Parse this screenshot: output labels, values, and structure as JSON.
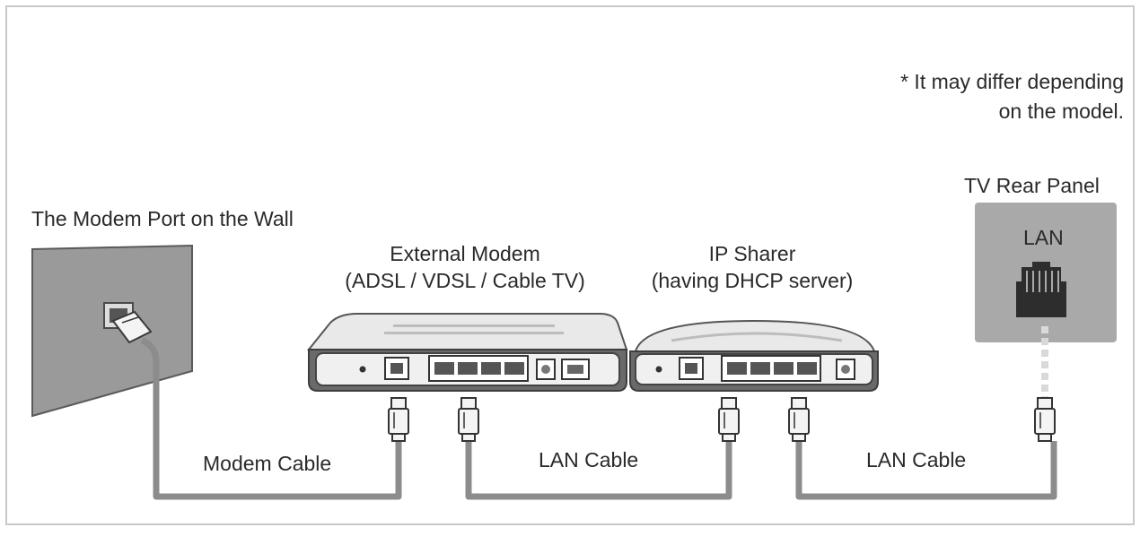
{
  "note": {
    "line1": "* It may differ depending",
    "line2": "on the model."
  },
  "tv_panel": {
    "title": "TV Rear Panel",
    "port_label": "LAN"
  },
  "wall": {
    "title": "The Modem Port on the Wall"
  },
  "modem": {
    "line1": "External Modem",
    "line2": "(ADSL / VDSL / Cable TV)"
  },
  "sharer": {
    "line1": "IP Sharer",
    "line2": "(having DHCP server)"
  },
  "cables": {
    "modem_cable": "Modem Cable",
    "lan_cable_1": "LAN Cable",
    "lan_cable_2": "LAN Cable"
  },
  "colors": {
    "cable": "#8c8c8c",
    "device_dark": "#5f5f5f",
    "device_light": "#e6e6e6",
    "tv_panel": "#a9a9a9"
  }
}
